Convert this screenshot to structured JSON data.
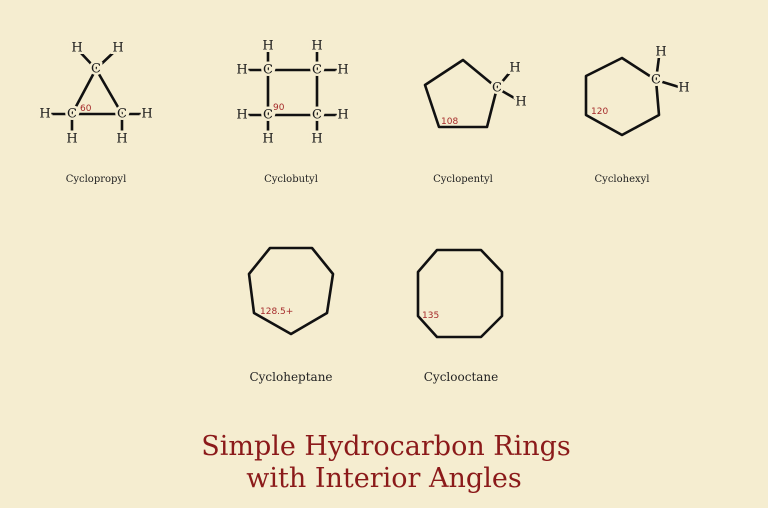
{
  "atoms": {
    "carbon": "C",
    "hydrogen": "H"
  },
  "molecules": [
    {
      "name": "Cyclopropyl",
      "angle": "60"
    },
    {
      "name": "Cyclobutyl",
      "angle": "90"
    },
    {
      "name": "Cyclopentyl",
      "angle": "108"
    },
    {
      "name": "Cyclohexyl",
      "angle": "120"
    },
    {
      "name": "Cycloheptane",
      "angle": "128.5+"
    },
    {
      "name": "Cyclooctane",
      "angle": "135"
    }
  ],
  "title": {
    "line1": "Simple Hydrocarbon Rings",
    "line2": "with Interior Angles"
  },
  "colors": {
    "background": "#f5edd0",
    "title": "#8b1a1a",
    "angle": "#a52a2a"
  }
}
